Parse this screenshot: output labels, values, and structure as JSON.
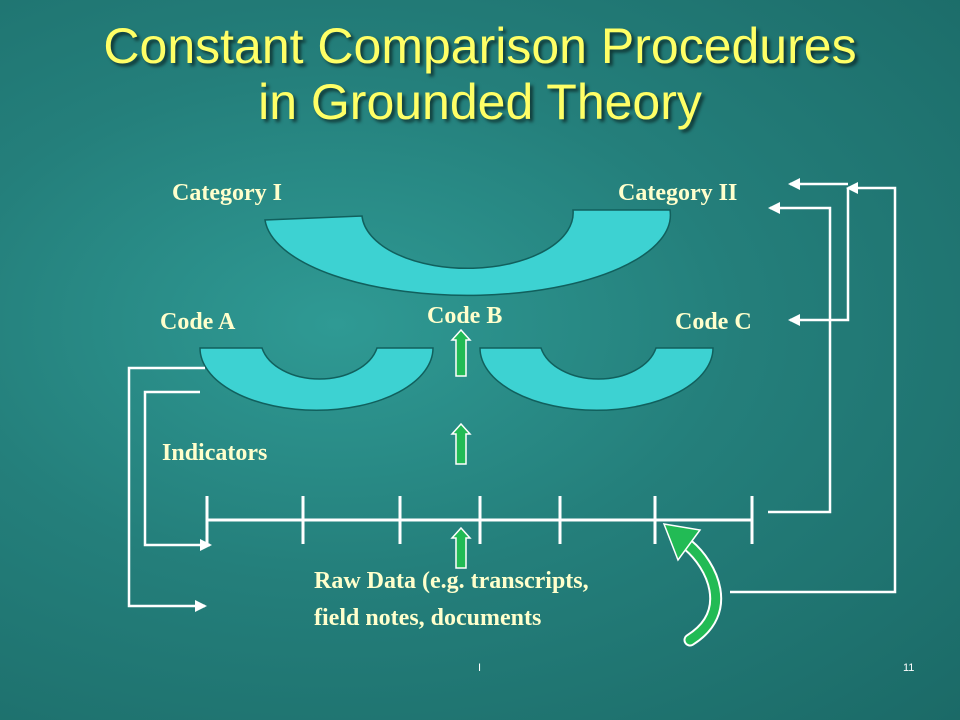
{
  "slide": {
    "title_line1": "Constant Comparison Procedures",
    "title_line2": "in Grounded Theory",
    "labels": {
      "category_1": "Category I",
      "category_2": "Category II",
      "code_a": "Code A",
      "code_b": "Code B",
      "code_c": "Code C",
      "indicators": "Indicators",
      "raw_data_line1": "Raw Data (e.g. transcripts,",
      "raw_data_line2": "field notes, documents"
    },
    "footer_left": "I",
    "page_number": "11"
  },
  "colors": {
    "background": "#247f7b",
    "title": "#ffff66",
    "label": "#ffffcc",
    "arc_fill": "#3dd2d2",
    "arrow_green": "#22bb55",
    "lines": "#ffffff"
  }
}
